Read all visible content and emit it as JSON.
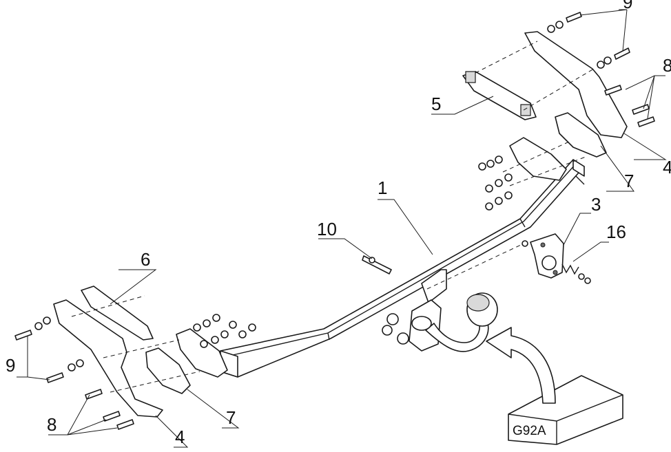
{
  "callouts": {
    "c1": "1",
    "c3": "3",
    "c4_right": "4",
    "c4_left": "4",
    "c5": "5",
    "c6": "6",
    "c7_right": "7",
    "c7_left": "7",
    "c8_right": "8",
    "c8_left": "8",
    "c9_right": "9",
    "c9_left": "9",
    "c10": "10",
    "c16": "16"
  },
  "kit_box": {
    "label": "G92A"
  }
}
